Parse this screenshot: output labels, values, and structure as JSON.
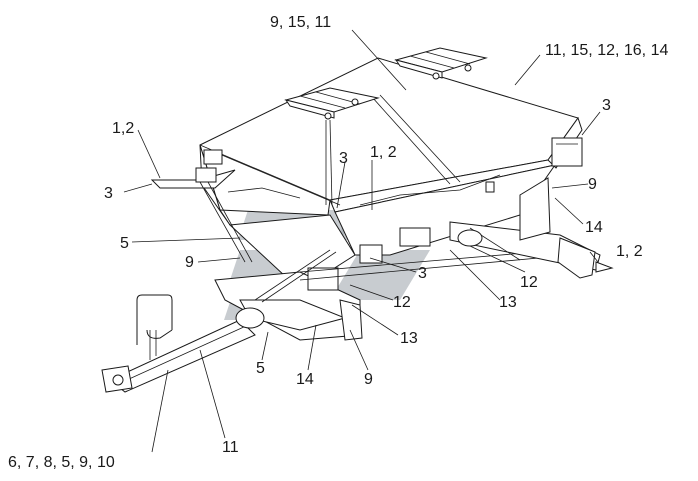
{
  "labels": {
    "top_center": "9, 15, 11",
    "top_right": "11, 15, 12, 16, 14",
    "left_upper": "1,2",
    "left_3": "3",
    "mid_3": "3",
    "mid_12": "1, 2",
    "right_3": "3",
    "right_9": "9",
    "right_14": "14",
    "right_12": "1, 2",
    "left_5": "5",
    "left_9": "9",
    "center_3": "3",
    "center_12": "12",
    "right_12b": "12",
    "right_13": "13",
    "center_13": "13",
    "bottom_5": "5",
    "bottom_14": "14",
    "bottom_9": "9",
    "bottom_11": "11",
    "bottom_left": "6, 7, 8, 5, 9, 10"
  },
  "colors": {
    "line": "#1a1a1a",
    "watermark": "#9aa3a9",
    "background": "#ffffff"
  }
}
